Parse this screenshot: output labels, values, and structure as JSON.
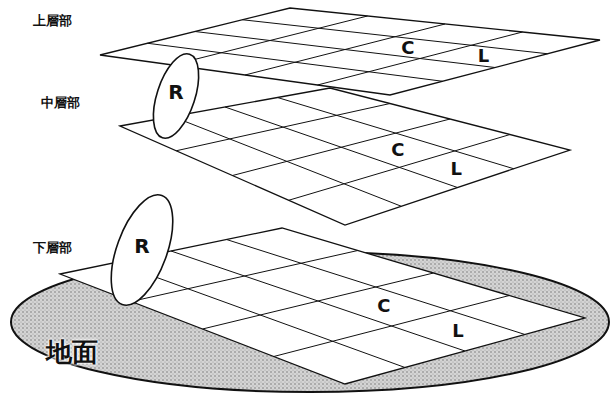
{
  "diagram": {
    "nodes": [
      {
        "text": [
          "上層部",
          "C",
          "L"
        ]
      },
      {
        "text": [
          "R"
        ]
      },
      {
        "text": [
          "中層部",
          "C",
          "L"
        ]
      },
      {
        "text": [
          "R"
        ]
      },
      {
        "text": [
          "地面"
        ]
      },
      {
        "text": [
          "下層部",
          "C",
          "L"
        ],
        "in": 4
      }
    ]
  }
}
